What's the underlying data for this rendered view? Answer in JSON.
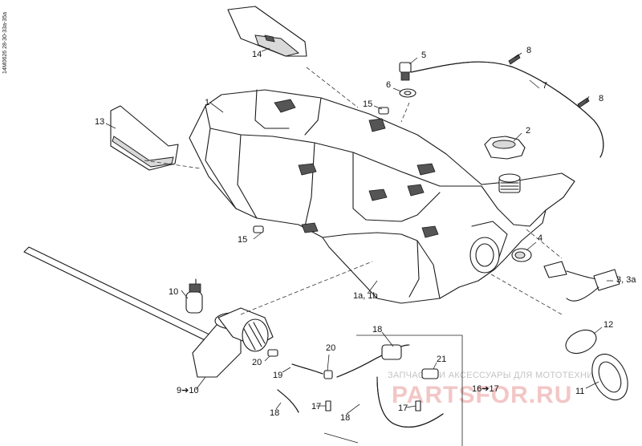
{
  "side_code": "14M0626 28-30-33a-35a",
  "labels": {
    "l1": "1",
    "l1a": "1a, 1b",
    "l2": "2",
    "l3": "3, 3a",
    "l4": "4",
    "l5": "5",
    "l6": "6",
    "l7": "7",
    "l8": "8",
    "l9": "9➔10",
    "l10": "10",
    "l11": "11",
    "l12": "12",
    "l13": "13",
    "l14": "14",
    "l15a": "15",
    "l15b": "15",
    "l16": "16➔17",
    "l17a": "17",
    "l17b": "17",
    "l18a": "18",
    "l18b": "18",
    "l18c": "18",
    "l19": "19",
    "l20a": "20",
    "l20b": "20",
    "l21": "21"
  },
  "watermark": {
    "line1": "ЗАПЧАСТИ И АКСЕССУАРЫ ДЛЯ МОТОТЕХНИКИ",
    "logo": "PARTSFOR.RU"
  },
  "colors": {
    "watermark_logo": "#f3c6c6",
    "watermark_text": "#c4c4c4",
    "line": "#1a1a1a"
  }
}
